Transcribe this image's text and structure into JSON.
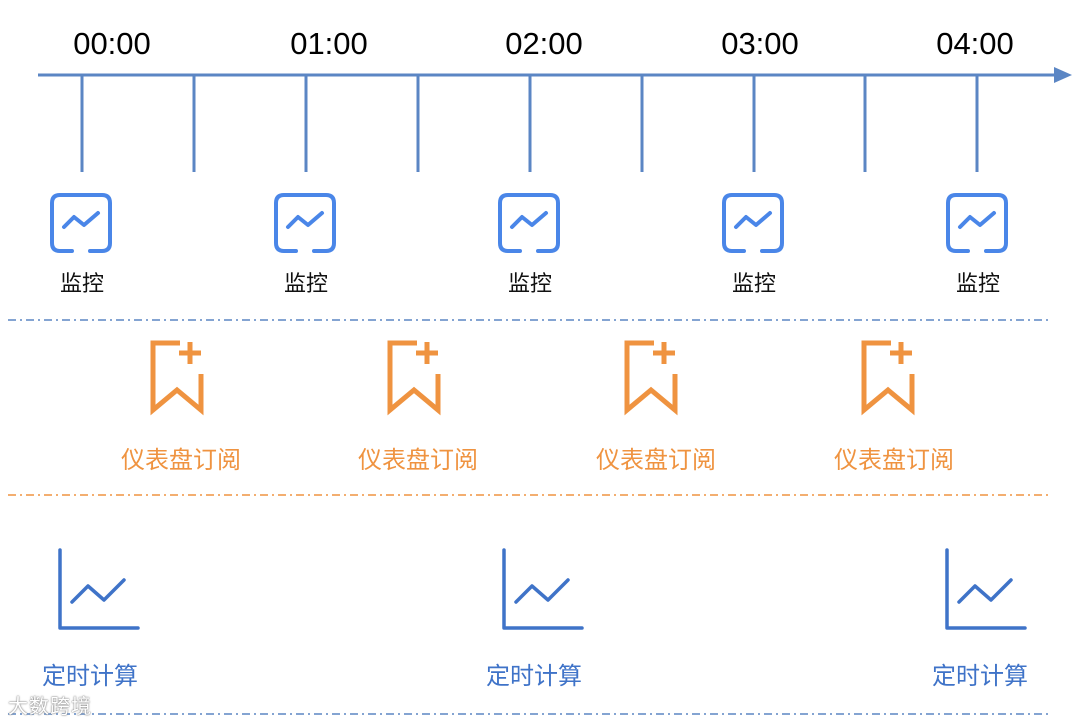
{
  "timeline": {
    "labels": [
      "00:00",
      "01:00",
      "02:00",
      "03:00",
      "04:00"
    ]
  },
  "rows": {
    "monitor": {
      "label": "监控",
      "color": "#4a86e8",
      "count": 5
    },
    "subscription": {
      "label": "仪表盘订阅",
      "color": "#ef9340",
      "count": 4
    },
    "scheduled": {
      "label": "定时计算",
      "color": "#3f73c8",
      "count": 3
    }
  },
  "colors": {
    "axis": "#5b86c4",
    "divider_blue": "#5b86c4",
    "divider_orange": "#ef9340"
  },
  "watermark": "大数跨境",
  "icons": {
    "monitor": "monitor-chart-icon",
    "subscription": "bookmark-add-icon",
    "scheduled": "line-chart-icon"
  }
}
